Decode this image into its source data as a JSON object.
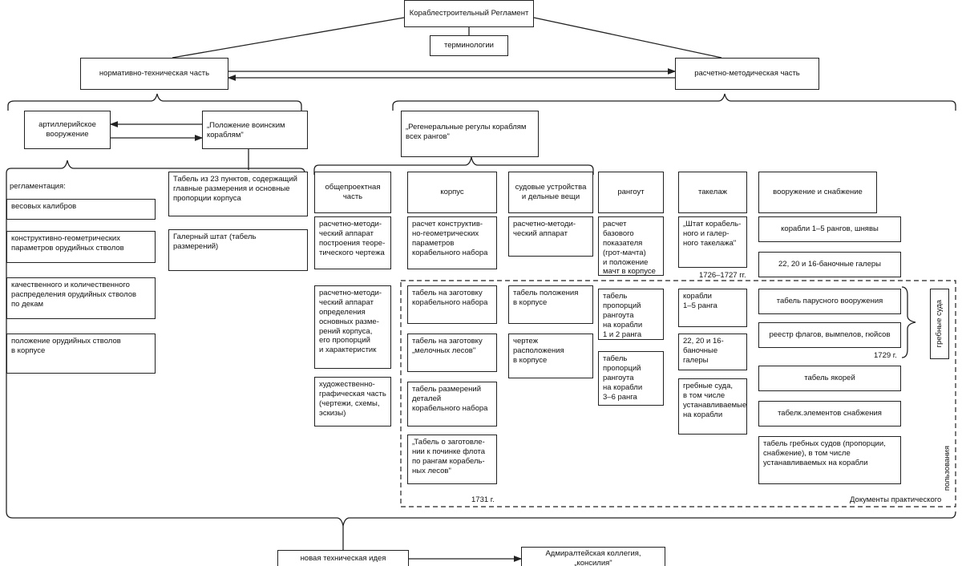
{
  "top": {
    "regulation": "Кораблестроительный Регламент",
    "terminology": "терминологии"
  },
  "parts": {
    "normative": "нормативно-техническая часть",
    "method": "расчетно-методическая часть"
  },
  "left": {
    "artillery": "артиллерийское\nвооружение",
    "position": "„Положение воинским\nкораблям\"",
    "regulation": "регламентация:",
    "items": [
      "весовых калибров",
      "конструктивно-геометрических\nпараметров орудийных стволов",
      "качественного и количественного\nраспределения орудийных стволов\nпо декам",
      "положение орудийных стволов\nв корпусе"
    ],
    "table23": "Табель из 23 пунктов, содержащий\nглавные размерения и основные\nпропорции корпуса",
    "galley_staff": "Галерный штат (табель\nразмерений)"
  },
  "right": {
    "general": "„Регенеральные регулы кораблям\nвсех рангов\"",
    "cols": {
      "project": "общепроектная\nчасть",
      "hull": "корпус",
      "devices": "судовые устройства\nи дельные вещи",
      "rangout": "рангоут",
      "rigging": "такелаж",
      "armament": "вооружение и снабжение"
    },
    "project_items": [
      "расчетно-методи-\nческий аппарат\nпостроения теоре-\nтического чертежа",
      "расчетно-методи-\nческий аппарат\nопределения\nосновных разме-\nрений корпуса,\nего пропорций\nи характеристик",
      "художественно-\nграфическая часть\n(чертежи, схемы,\nэскизы)"
    ],
    "hull_items": [
      "расчет конструктив-\nно-геометрических\nпараметров\nкорабельного набора",
      "табель на заготовку\nкорабельного набора",
      "табель на заготовку\n„мелочных лесов\"",
      "табель размерений\nдеталей\nкорабельного набора",
      "„Табель о заготовле-\nнии к починке флота\nпо рангам корабель-\nных лесов\""
    ],
    "devices_items": [
      "расчетно-методи-\nческий аппарат",
      "табель положения\nв корпусе",
      "чертеж\nрасположения\nв корпусе"
    ],
    "rangout_items": [
      "расчет базового\nпоказателя\n(грот-мачта)\nи положение\nмачт в корпусе",
      "табель пропорций\nрангоута\nна корабли\n1 и 2 ранга",
      "табель пропорций\nрангоута\nна корабли\n3–6 ранга"
    ],
    "rigging_items": [
      "„Штат корабель-\nного и галер-\nного такелажа\"",
      "корабли\n1–5 ранга",
      "22, 20 и 16-\nбаночные галеры",
      "гребные суда,\nв том числе\nустанавливаемые\nна корабли"
    ],
    "armament_items": [
      "корабли 1–5 рангов, шнявы",
      "22, 20 и 16-баночные галеры",
      "табель парусного вооружения",
      "реестр флагов, вымпелов, гюйсов",
      "табель якорей",
      "табелк.элементов снабжения",
      "табель гребных судов (пропорции,\nснабжение), в том числе\nустанавливаемых на корабли"
    ],
    "rowing": "гребные суда",
    "year_1726": "1726–1727 гг.",
    "year_1729": "1729 г.",
    "year_1731": "1731 г.",
    "practical_docs": "Документы практического",
    "usage": "пользования"
  },
  "bottom": {
    "idea": "новая техническая идея",
    "college": "Адмиралтейская коллегия,\n„консилия\""
  }
}
